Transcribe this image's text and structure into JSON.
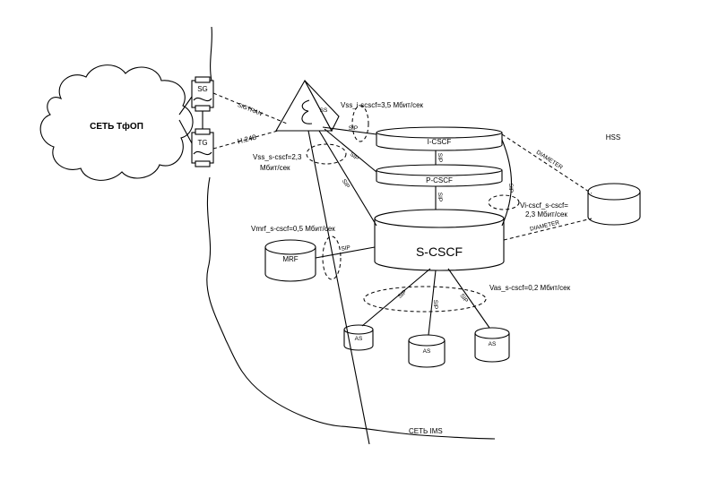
{
  "networks": {
    "pstn": "СЕТЬ ТфОП",
    "ims": "СЕТЬ IMS"
  },
  "nodes": {
    "sg": "SG",
    "tg": "TG",
    "ss": "SS",
    "i_cscf": "I-CSCF",
    "p_cscf": "P-CSCF",
    "s_cscf": "S-CSCF",
    "hss": "HSS",
    "mrf": "MRF",
    "as1": "AS",
    "as2": "AS",
    "as3": "AS"
  },
  "links": {
    "sigtran": "SIGTRAN",
    "h248": "H.248",
    "sip_ss_icscf": "SIP",
    "sip_ss_pcscf": "SIP",
    "sip_ss_scscf": "SIP",
    "sip_i_p": "SIP",
    "sip_p_s": "SIP",
    "sip_i_s": "SIP",
    "sip_mrf": "SIP",
    "sip_as1": "SIP",
    "sip_as2": "SIP",
    "sip_as3": "SIP",
    "diameter_i": "DIAMETER",
    "diameter_s": "DIAMETER"
  },
  "annotations": {
    "vss_i": "Vss_i-scscf=3,5 Мбит/сек",
    "vss_s_1": "Vss_s-cscf=2,3",
    "vss_s_2": "Мбит/сек",
    "vmrf": "Vmrf_s-cscf=0,5 Мбит/сек",
    "vi_s_1": "Vi-cscf_s-cscf=",
    "vi_s_2": "2,3 Мбит/сек",
    "vas": "Vas_s-cscf=0,2 Мбит/сек"
  }
}
